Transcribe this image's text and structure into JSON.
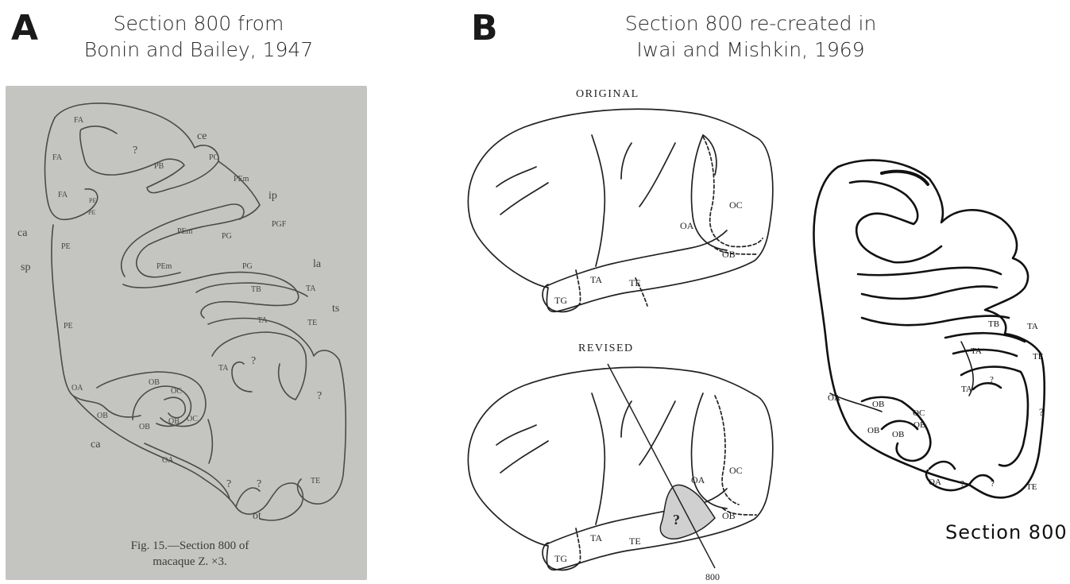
{
  "panel_a": {
    "letter": "A",
    "title_line1": "Section 800 from",
    "title_line2": "Bonin and Bailey, 1947",
    "caption_line1": "Fig. 15.—Section 800 of",
    "caption_line2": "macaque Z.  ×3.",
    "outer_labels": {
      "ce": "ce",
      "ip": "ip",
      "ca_top": "ca",
      "sp": "sp",
      "la": "la",
      "ts": "ts",
      "ca_bottom": "ca",
      "ot": "ot"
    },
    "area_labels": {
      "fa1": "FA",
      "fa2": "FA",
      "fa3": "FA",
      "q_top": "?",
      "pb": "PB",
      "pc": "PC",
      "pem_top": "PEm",
      "pe_small1": "PE",
      "pe_small2": "PE",
      "pe_mid": "PE",
      "pem_mid": "PEm",
      "pg_mid": "PG",
      "pgf": "PGF",
      "pem_low": "PEm",
      "pg_low": "PG",
      "pe_left": "PE",
      "tb": "TB",
      "ta1": "TA",
      "ta2": "TA",
      "te1": "TE",
      "ta3": "TA",
      "q_mid": "?",
      "q_right": "?",
      "oa_left": "OA",
      "ob1": "OB",
      "oc1": "OC",
      "ob_left": "OB",
      "ob2": "OB",
      "ob3": "OB",
      "oc2": "OC",
      "oa_low": "OA",
      "q_low1": "?",
      "q_low2": "?",
      "te2": "TE"
    }
  },
  "panel_b": {
    "letter": "B",
    "title_line1": "Section 800  re-created in",
    "title_line2": "Iwai and Mishkin, 1969",
    "original_label": "ORIGINAL",
    "revised_label": "REVISED",
    "section_caption": "Section 800",
    "cut_label": "800",
    "brain_top_labels": {
      "oc": "OC",
      "oa": "OA",
      "ob": "OB",
      "ta": "TA",
      "te": "TE",
      "tg": "TG"
    },
    "brain_bottom_labels": {
      "oc": "OC",
      "oa": "OA",
      "ob": "OB",
      "ta": "TA",
      "te": "TE",
      "tg": "TG",
      "q": "?"
    },
    "section_labels": {
      "tb": "TB",
      "ta1": "TA",
      "ta2": "TA",
      "te1": "TE",
      "ta3": "TA",
      "q1": "?",
      "q2": "?",
      "oa1": "OA",
      "ob1": "OB",
      "oc": "OC",
      "ob2": "OB",
      "ob3": "OB",
      "ob4": "OB",
      "oa2": "OA",
      "q3": "?",
      "q4": "?",
      "te2": "TE"
    }
  }
}
